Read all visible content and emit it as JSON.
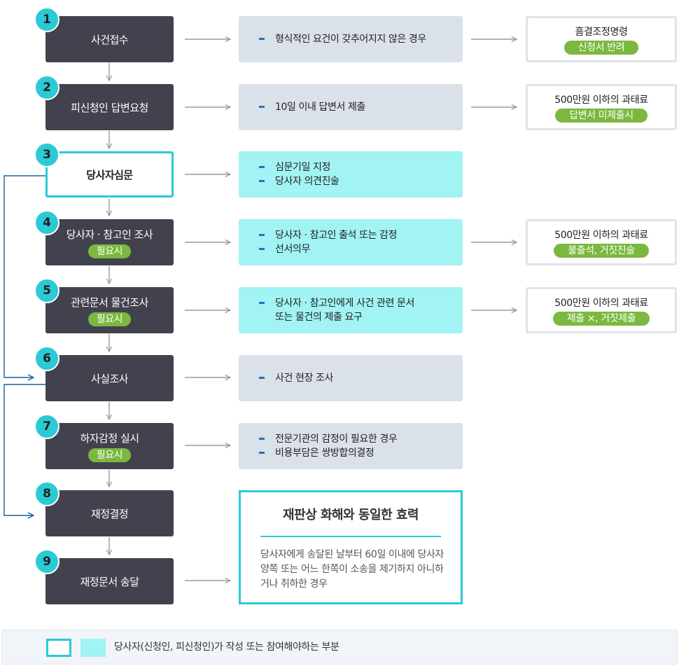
{
  "steps": [
    {
      "num": "1",
      "label": "사건접수",
      "need": ""
    },
    {
      "num": "2",
      "label": "피신청인 답변요청",
      "need": ""
    },
    {
      "num": "3",
      "label": "당사자심문",
      "need": ""
    },
    {
      "num": "4",
      "label": "당사자 · 참고인 조사",
      "need": "필요시"
    },
    {
      "num": "5",
      "label": "관련문서 물건조사",
      "need": "필요시"
    },
    {
      "num": "6",
      "label": "사실조사",
      "need": ""
    },
    {
      "num": "7",
      "label": "하자감정 실시",
      "need": "필요시"
    },
    {
      "num": "8",
      "label": "재정결정",
      "need": ""
    },
    {
      "num": "9",
      "label": "재정문서 송달",
      "need": ""
    }
  ],
  "details": [
    {
      "lines": [
        "형식적인 요건이 갖추어지지 않은 경우"
      ]
    },
    {
      "lines": [
        "10일 이내 답변서 제출"
      ]
    },
    {
      "lines": [
        "심문기일 지정",
        "당사자 의견진술"
      ]
    },
    {
      "lines": [
        "당사자 · 참고인 출석 또는 감정",
        "선서의무"
      ]
    },
    {
      "lines": [
        "당사자 · 참고인에게 사건 관련 문서\n또는 물건의 제출 요구"
      ]
    },
    {
      "lines": [
        "사건 현장 조사"
      ]
    },
    {
      "lines": [
        "전문기관의 감정이 필요한 경우",
        "비용부담은 쌍방합의결정"
      ]
    }
  ],
  "penalties": [
    {
      "title": "흠결조정명령",
      "tag": "신청서 반려"
    },
    {
      "title": "500만원 이하의 과태료",
      "tag": "답변서 미제출시"
    },
    {
      "title": "500만원 이하의 과태료",
      "tag": "불출석, 거짓진술"
    },
    {
      "title": "500만원 이하의 과태료",
      "tag": "제출 ×, 거짓제출"
    }
  ],
  "effect": {
    "title": "재판상 화해와 동일한 효력",
    "body": "당사자에게 송달된 날부터 60일 이내에 당사자 양쪽 또는 어느 한쪽이 소송을 제기하지 아니하거나 취하한 경우"
  },
  "legend": {
    "text": "당사자(신청인, 피신청인)가 작성 또는 참여해야하는 부분"
  },
  "colors": {
    "step_bg": "#42424f",
    "accent_cyan": "#2bcad6",
    "party_fill": "#a1f3f4",
    "detail_bg": "#dbe1e9",
    "tag_green": "#7ab83f",
    "bullet_blue": "#1c73c6",
    "loop_line": "#1c5e9e",
    "arrow_gray": "#9a9a9a"
  }
}
